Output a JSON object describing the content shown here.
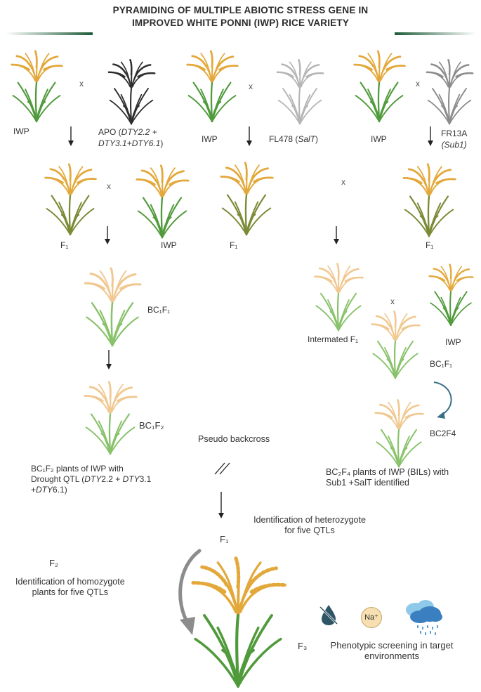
{
  "title": {
    "line1": "PYRAMIDING OF MULTIPLE ABIOTIC STRESS GENE IN",
    "line2": "IMPROVED WHITE PONNI (IWP) RICE VARIETY"
  },
  "colors": {
    "accent_bar": "#1e5b38",
    "iwp_panicle": "#e3a83a",
    "iwp_leaf": "#4f9a3a",
    "apo": "#2e2e2e",
    "fl478": "#b5b5b5",
    "fr13a": "#8c8c8c",
    "f1_leaf": "#7a8a35",
    "bc_panicle": "#f0c890",
    "bc_leaf": "#88c26a",
    "cycle_arrow": "#3a6f86",
    "big_arrow": "#8c8c8c"
  },
  "row1": {
    "iwp_1": "IWP",
    "cross_1": "x",
    "apo_prefix": "APO (",
    "apo_gene1": "DTY2.2 +",
    "apo_gene2": "DTY3.1+DTY6.1",
    "apo_suffix": ")",
    "iwp_2": "IWP",
    "cross_2": "x",
    "fl478_prefix": "FL478 (",
    "fl478_gene": "SalT",
    "fl478_suffix": ")",
    "iwp_3": "IWP",
    "cross_3": "x",
    "fr13a": "FR13A",
    "fr13a_gene": "(Sub1)"
  },
  "row2": {
    "cross_left": "x",
    "f1_left": "F₁",
    "iwp": "IWP",
    "f1_mid": "F₁",
    "cross_right": "x",
    "f1_right": "F₁"
  },
  "left_branch": {
    "bc1f1": "BC₁F₁",
    "bc1f2": "BC₁F₂",
    "note_line1": "BC₁F₂ plants of IWP with",
    "note_line2a": "Drought QTL (",
    "note_line2b": "DTY",
    "note_line2c": "2.2 + ",
    "note_line2d": "DTY",
    "note_line2e": "3.1",
    "note_line3a": "+",
    "note_line3b": "DTY",
    "note_line3c": "6.1)"
  },
  "right_branch": {
    "intermated": "Intermated F₁",
    "cross": "x",
    "iwp": "IWP",
    "bc1f1": "BC₁F₁",
    "bc2f4": "BC2F4",
    "note_line1": "BC₂F₄ plants of IWP (BILs) with",
    "note_line2": "Sub1 +SalT identified"
  },
  "center": {
    "pseudo": "Pseudo backcross",
    "f1": "F₁",
    "het_line1": "Identification of heterozygote",
    "het_line2": "for five QTLs"
  },
  "bottom": {
    "f2": "F₂",
    "homo_line1": "Identification of homozygote",
    "homo_line2": "plants for five QTLs",
    "f3": "F₃",
    "na_icon_text": "Na⁺",
    "screen_line1": "Phenotypic screening in target",
    "screen_line2": "environments"
  }
}
